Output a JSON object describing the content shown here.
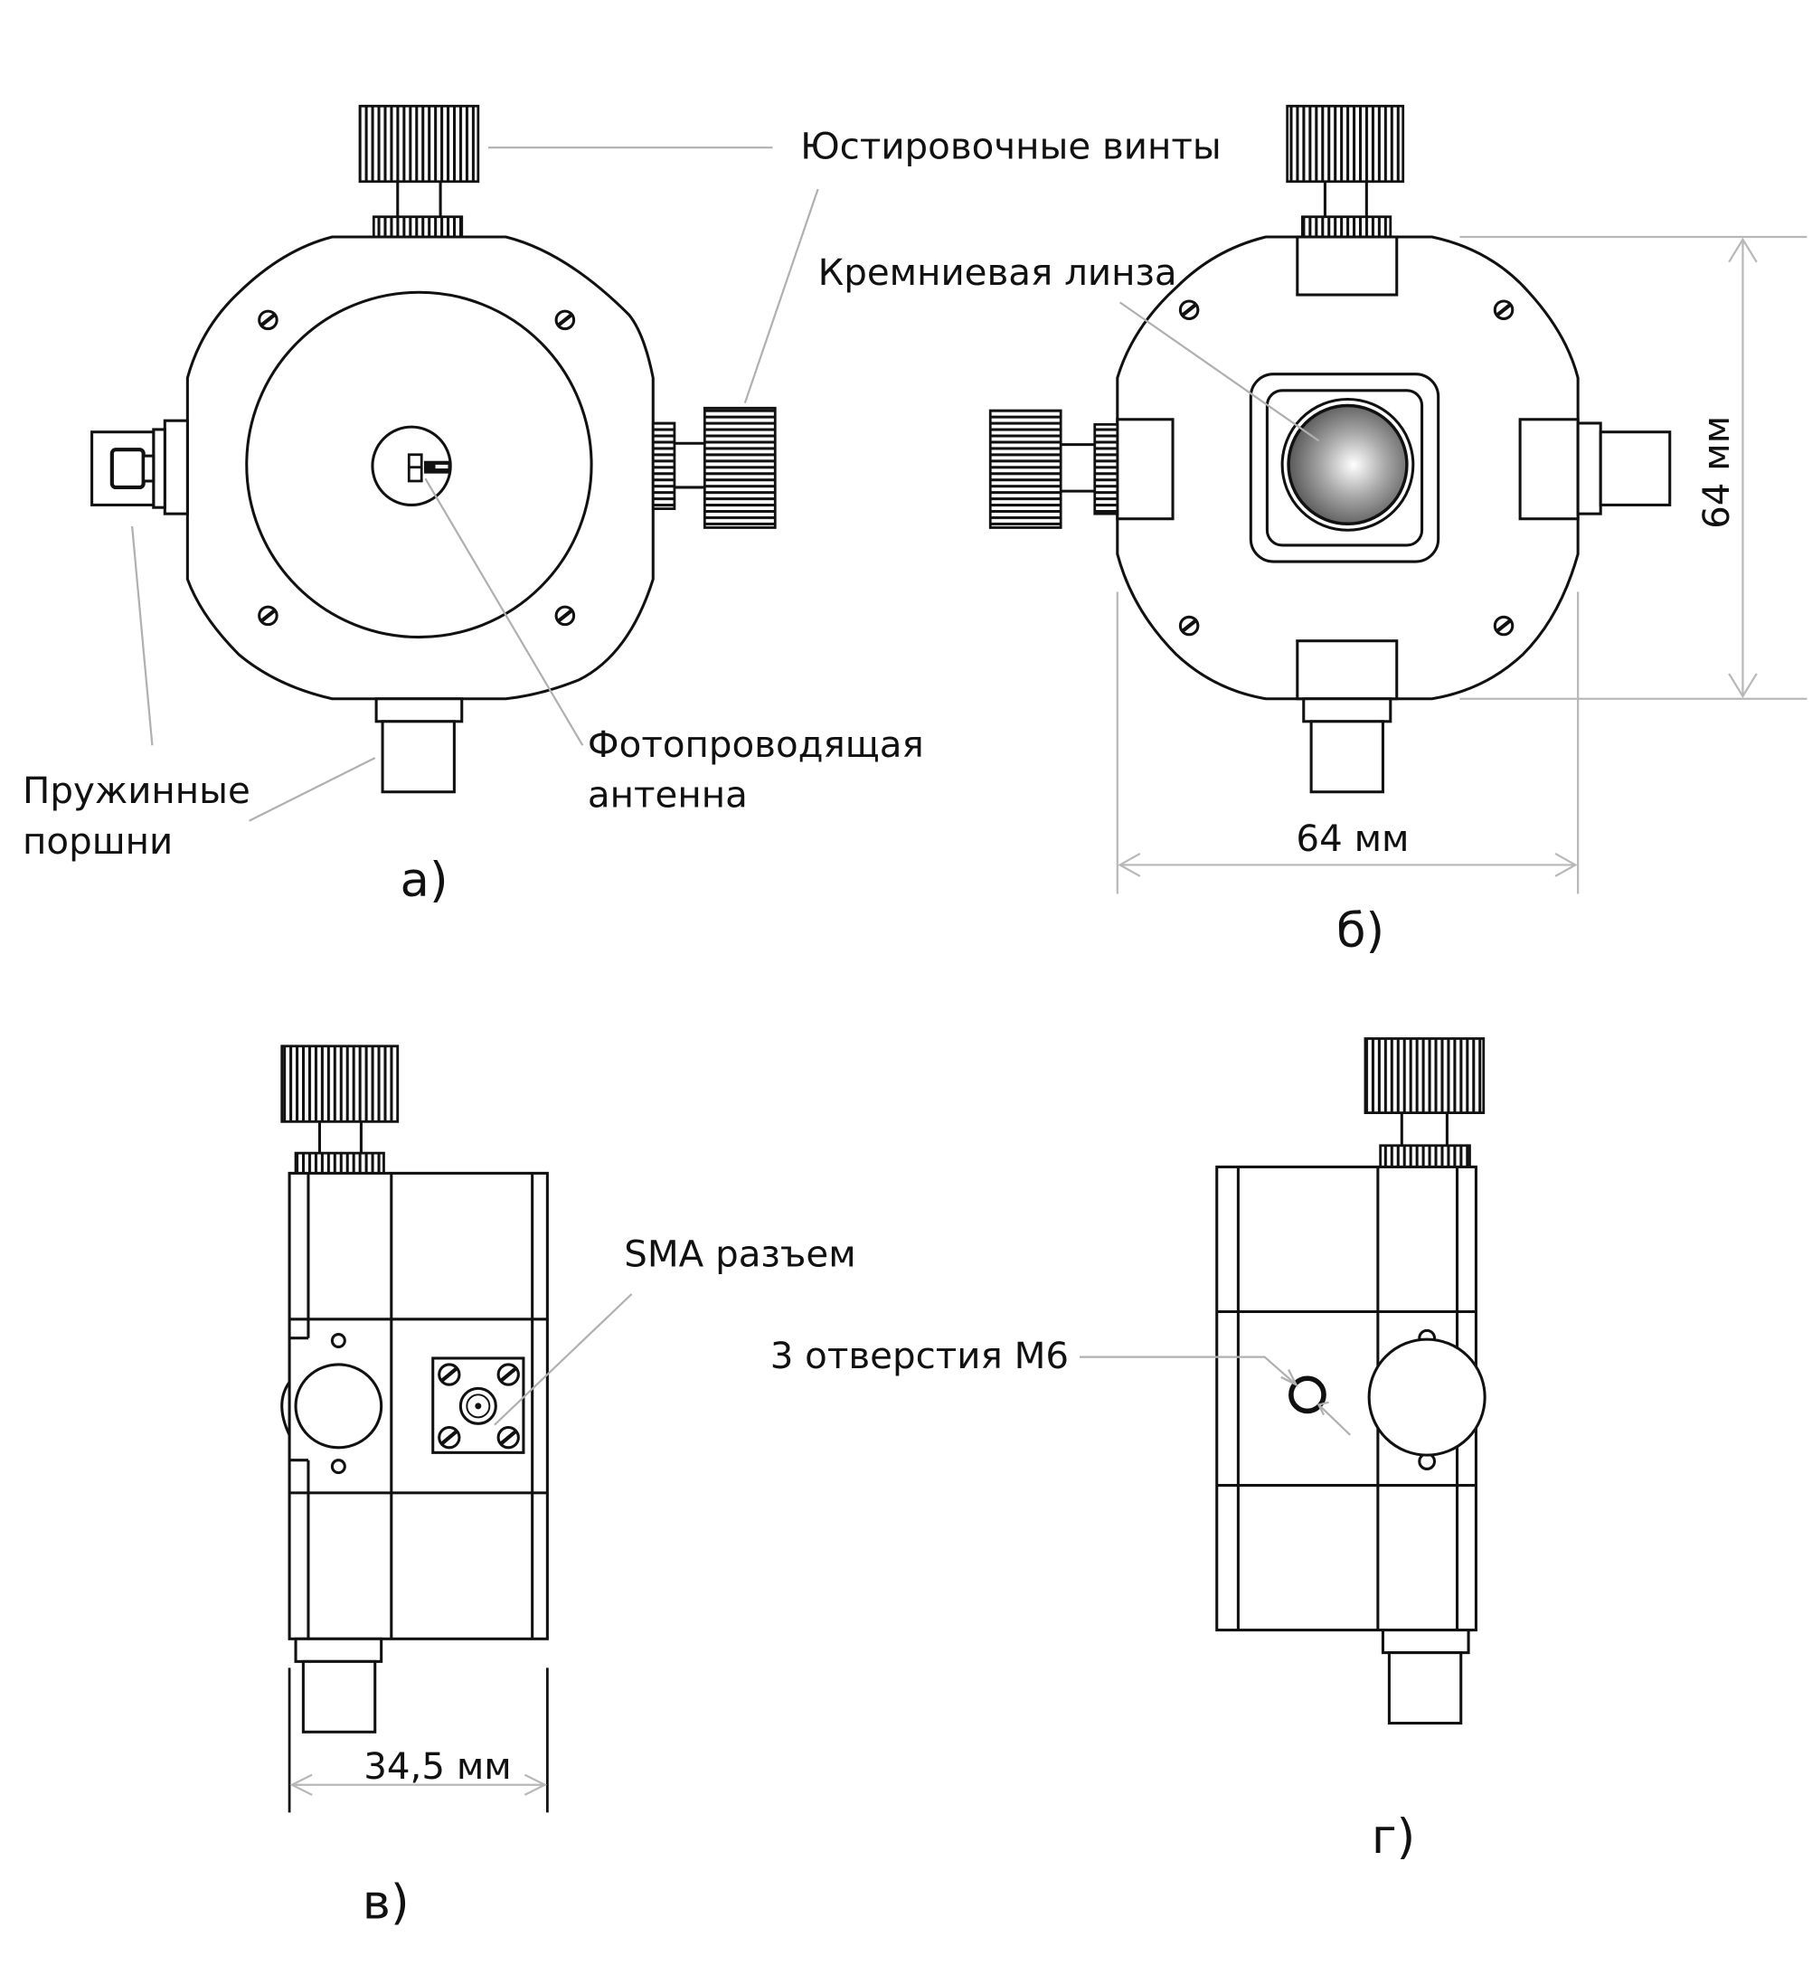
{
  "figure": {
    "views": [
      {
        "tag": "а)",
        "name": "front-view"
      },
      {
        "tag": "б)",
        "name": "back-view"
      },
      {
        "tag": "в)",
        "name": "side-view-left"
      },
      {
        "tag": "г)",
        "name": "side-view-right"
      }
    ],
    "labels": {
      "adjust_screws": "Юстировочные винты",
      "silicon_lens": "Кремниевая линза",
      "spring_pistons_line1": "Пружинные",
      "spring_pistons_line2": "поршни",
      "antenna_line1": "Фотопроводящая",
      "antenna_line2": "антенна",
      "sma": "SMA разъем",
      "holes": "3 отверстия М6"
    },
    "dimensions": {
      "width": "64 мм",
      "height": "64 мм",
      "depth": "34,5 мм"
    },
    "colors": {
      "line": "#111111",
      "leader": "#b0b0b0",
      "background": "#ffffff"
    }
  }
}
